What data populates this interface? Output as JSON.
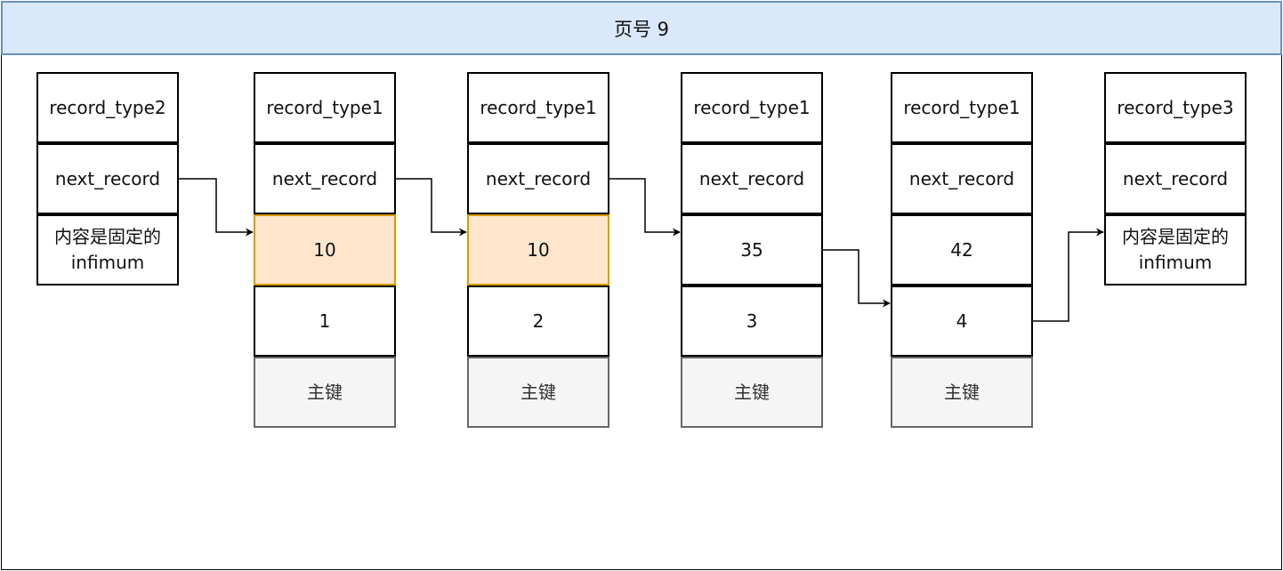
{
  "page": {
    "title": "页号 9"
  },
  "labels": {
    "record_type": "record_type",
    "next_record": "next_record",
    "fixed_content": "内容是固定的\ninfimum",
    "primary_key": "主键"
  },
  "records": [
    {
      "record_type": "2",
      "content": "fixed"
    },
    {
      "record_type": "1",
      "value": "10",
      "highlight": true,
      "key": "1"
    },
    {
      "record_type": "1",
      "value": "10",
      "highlight": true,
      "key": "2"
    },
    {
      "record_type": "1",
      "value": "35",
      "highlight": false,
      "key": "3"
    },
    {
      "record_type": "1",
      "value": "42",
      "highlight": false,
      "key": "4"
    },
    {
      "record_type": "3",
      "content": "fixed"
    }
  ],
  "colors": {
    "header_fill": "#dae8fc",
    "header_stroke": "#6c8ebf",
    "highlight_fill": "#ffe6cc",
    "highlight_stroke": "#d79b00",
    "key_fill": "#f5f5f5",
    "key_stroke": "#666666"
  }
}
